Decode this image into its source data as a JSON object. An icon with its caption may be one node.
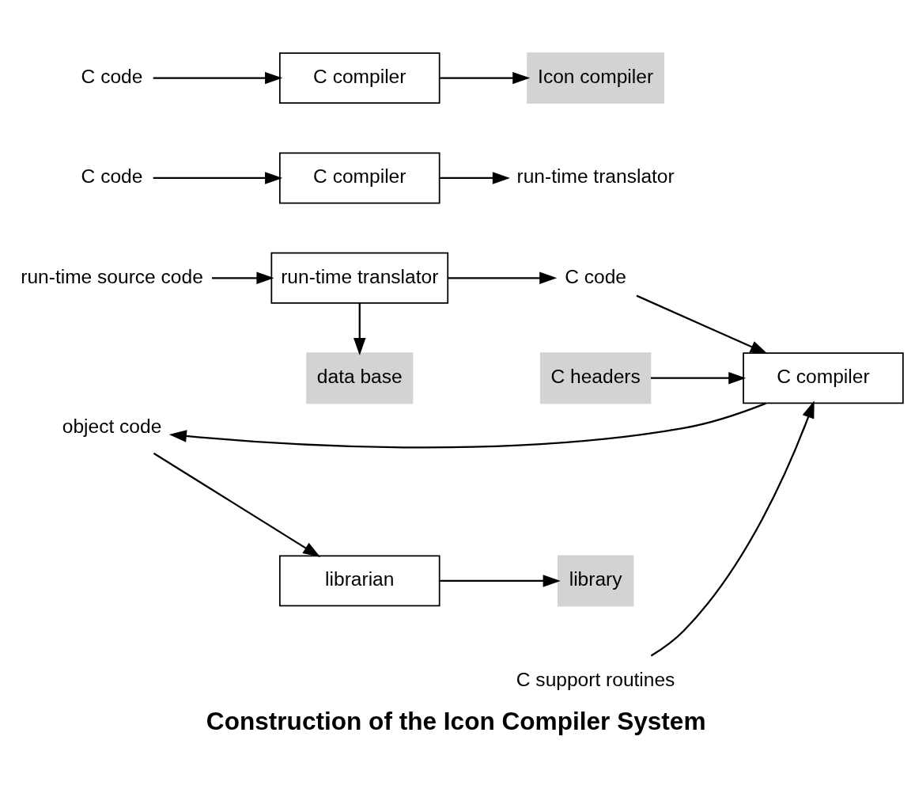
{
  "diagram": {
    "title": "Construction of the Icon Compiler System",
    "nodes": [
      {
        "text": [
          "C code"
        ]
      },
      {
        "text": [
          "C compiler"
        ]
      },
      {
        "text": [
          "Icon compiler"
        ]
      },
      {
        "text": [
          "C code"
        ]
      },
      {
        "text": [
          "C compiler"
        ]
      },
      {
        "text": [
          "run-time translator"
        ]
      },
      {
        "text": [
          "C headers"
        ]
      },
      {
        "text": [
          "run-time source code"
        ]
      },
      {
        "text": [
          "run-time translator"
        ]
      },
      {
        "text": [
          "C code"
        ]
      },
      {
        "text": [
          "C compiler"
        ]
      },
      {
        "text": [
          "data base"
        ]
      },
      {
        "text": [
          "C support routines"
        ]
      },
      {
        "text": [
          "object code"
        ]
      },
      {
        "text": [
          "librarian"
        ]
      },
      {
        "text": [
          "library"
        ]
      }
    ],
    "edges": [
      {
        "from": 0,
        "to": 1,
        "arrow": "to"
      },
      {
        "from": 1,
        "to": 2,
        "arrow": "to"
      },
      {
        "from": 3,
        "to": 4,
        "arrow": "to"
      },
      {
        "from": 4,
        "to": 5,
        "arrow": "to"
      },
      {
        "from": 7,
        "to": 8,
        "arrow": "to"
      },
      {
        "from": 8,
        "to": 9,
        "arrow": "to"
      },
      {
        "from": 6,
        "to": 10,
        "arrow": "to"
      },
      {
        "from": 9,
        "to": 10,
        "arrow": "to"
      },
      {
        "from": 12,
        "to": 10,
        "arrow": "to"
      },
      {
        "from": 8,
        "to": 11,
        "arrow": "to"
      },
      {
        "from": 10,
        "to": 13,
        "arrow": "to"
      },
      {
        "from": 13,
        "to": 14,
        "arrow": "to"
      },
      {
        "from": 14,
        "to": 15,
        "arrow": "to"
      }
    ]
  }
}
